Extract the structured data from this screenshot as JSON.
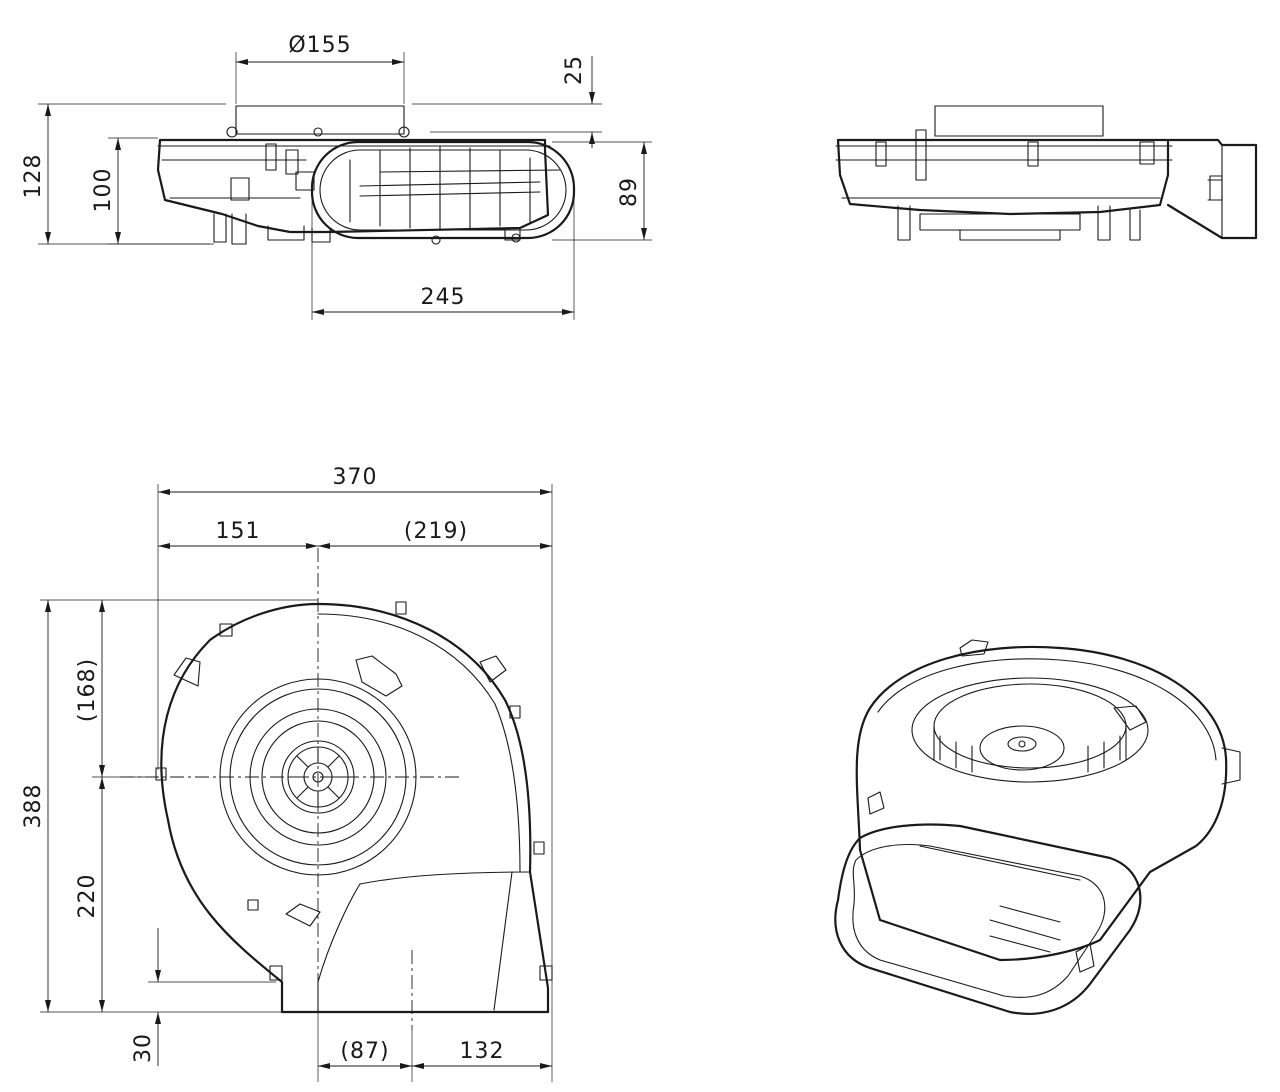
{
  "dimensions": {
    "top": {
      "diameter": "Ø155",
      "outlet_offset": "25",
      "height_total": "128",
      "height_body": "100",
      "outlet_height": "89",
      "outlet_width": "245"
    },
    "plan": {
      "width_total": "370",
      "width_left": "151",
      "width_right": "(219)",
      "depth_total": "388",
      "depth_front": "(168)",
      "depth_rear": "220",
      "outlet_protrusion": "30",
      "outlet_half": "(87)",
      "outlet_side": "132"
    }
  }
}
